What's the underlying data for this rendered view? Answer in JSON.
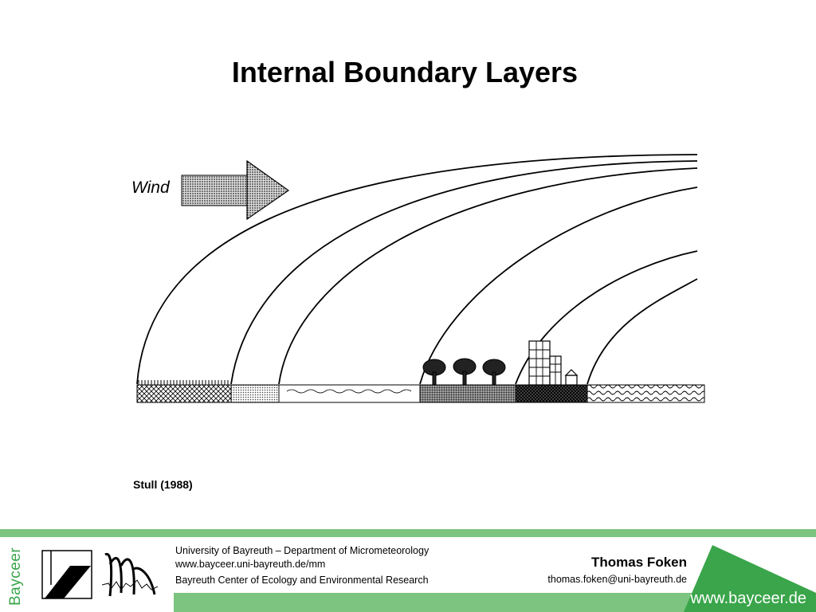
{
  "slide": {
    "title": "Internal Boundary Layers",
    "citation": "Stull (1988)"
  },
  "diagram": {
    "wind_label": "Wind",
    "surfaces": [
      "grass",
      "short-vegetation",
      "water",
      "forest",
      "city",
      "rough-surface"
    ]
  },
  "footer": {
    "bayceer_vertical": "Bayceer",
    "university_line": "University of Bayreuth – Department of Micrometeorology",
    "url_line": "www.bayceer.uni-bayreuth.de/mm",
    "center_line": "Bayreuth Center of Ecology and Environmental Research",
    "author_name": "Thomas Foken",
    "author_email": "thomas.foken@uni-bayreuth.de",
    "website": "www.bayceer.de",
    "colors": {
      "green": "#7cc47f",
      "dark_green": "#3aa54a"
    }
  }
}
